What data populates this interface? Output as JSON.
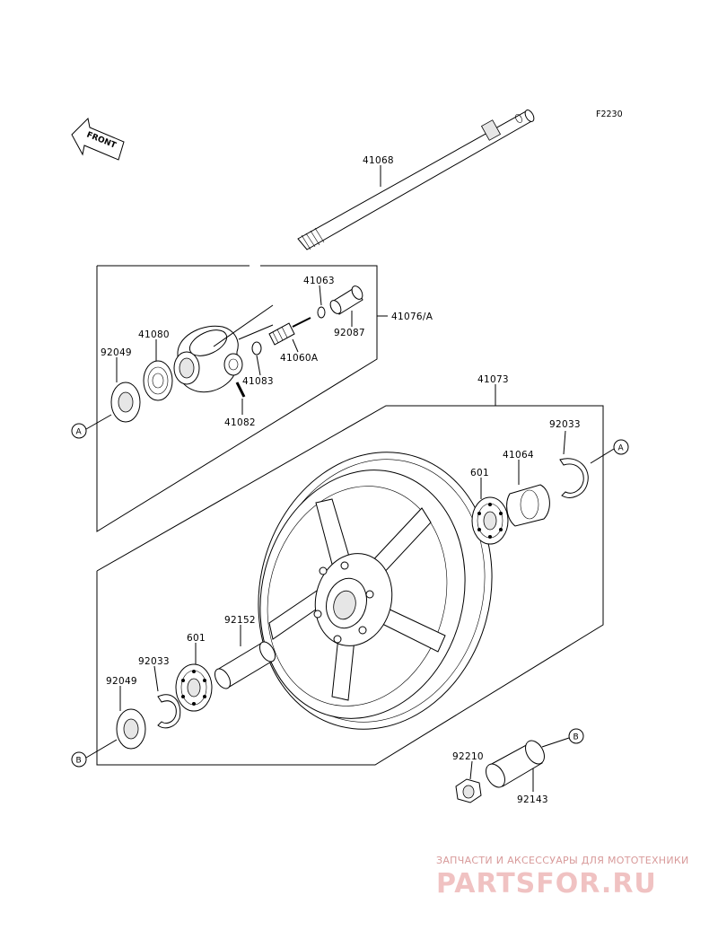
{
  "diagram_code": "F2230",
  "front_arrow": {
    "label": "FRONT"
  },
  "parts": {
    "p41068": "41068",
    "p41063": "41063",
    "p41076a": "41076/A",
    "p92087": "92087",
    "p41080": "41080",
    "p92049_top": "92049",
    "p41060a": "41060A",
    "p41083": "41083",
    "p41082": "41082",
    "p41073": "41073",
    "p92033_right": "92033",
    "p41064": "41064",
    "p601_right": "601",
    "p92152": "92152",
    "p601_left": "601",
    "p92033_left": "92033",
    "p92049_bottom": "92049",
    "p92210": "92210",
    "p92143": "92143"
  },
  "refs": {
    "a_left": "A",
    "a_right": "A",
    "b_left": "B",
    "b_right": "B"
  },
  "watermark": {
    "tagline": "ЗАПЧАСТИ И АКСЕССУАРЫ ДЛЯ МОТОТЕХНИКИ",
    "brand": "PARTSFOR.RU"
  }
}
